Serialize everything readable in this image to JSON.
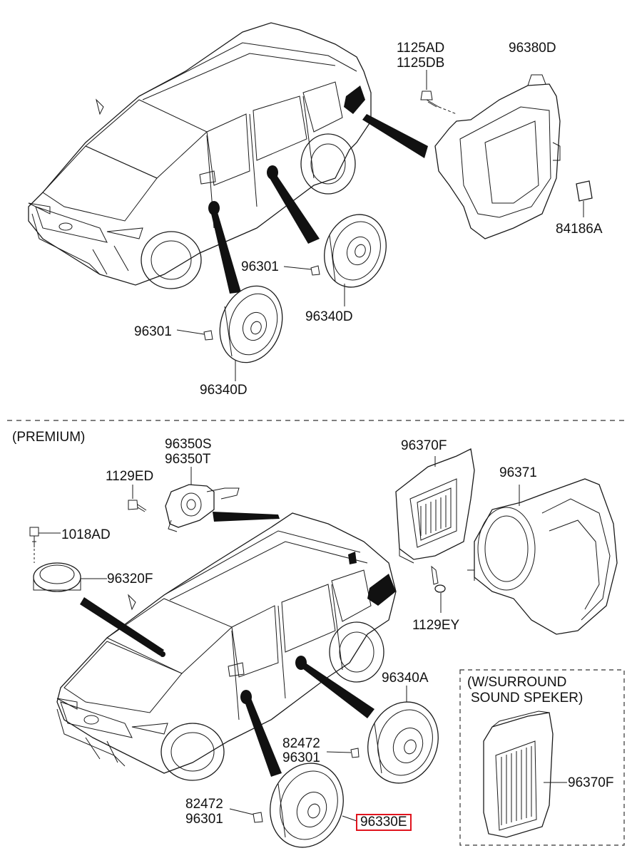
{
  "section_top": {
    "labels": {
      "bolt_a": "1125AD",
      "bolt_b": "1125DB",
      "amp_top": "96380D",
      "clip": "84186A",
      "screw_rear": "96301",
      "screw_front": "96301",
      "speaker_rear": "96340D",
      "speaker_front": "96340D"
    }
  },
  "section_bottom": {
    "title": "(PREMIUM)",
    "labels": {
      "tweeter_a": "96350S",
      "tweeter_b": "96350T",
      "bolt_tweeter": "1129ED",
      "bolt_center": "1018AD",
      "center_speaker": "96320F",
      "amp": "96370F",
      "woofer": "96371",
      "bolt_amp": "1129EY",
      "speaker_rear": "96340A",
      "nut_rear": "82472",
      "screw_rear": "96301",
      "nut_front": "82472",
      "screw_front": "96301",
      "speaker_front": "96330E",
      "inset_title_1": "(W/SURROUND",
      "inset_title_2": "SOUND SPEKER)",
      "inset_amp": "96370F"
    }
  },
  "highlight": {
    "part": "96330E",
    "color": "#e0141e"
  }
}
